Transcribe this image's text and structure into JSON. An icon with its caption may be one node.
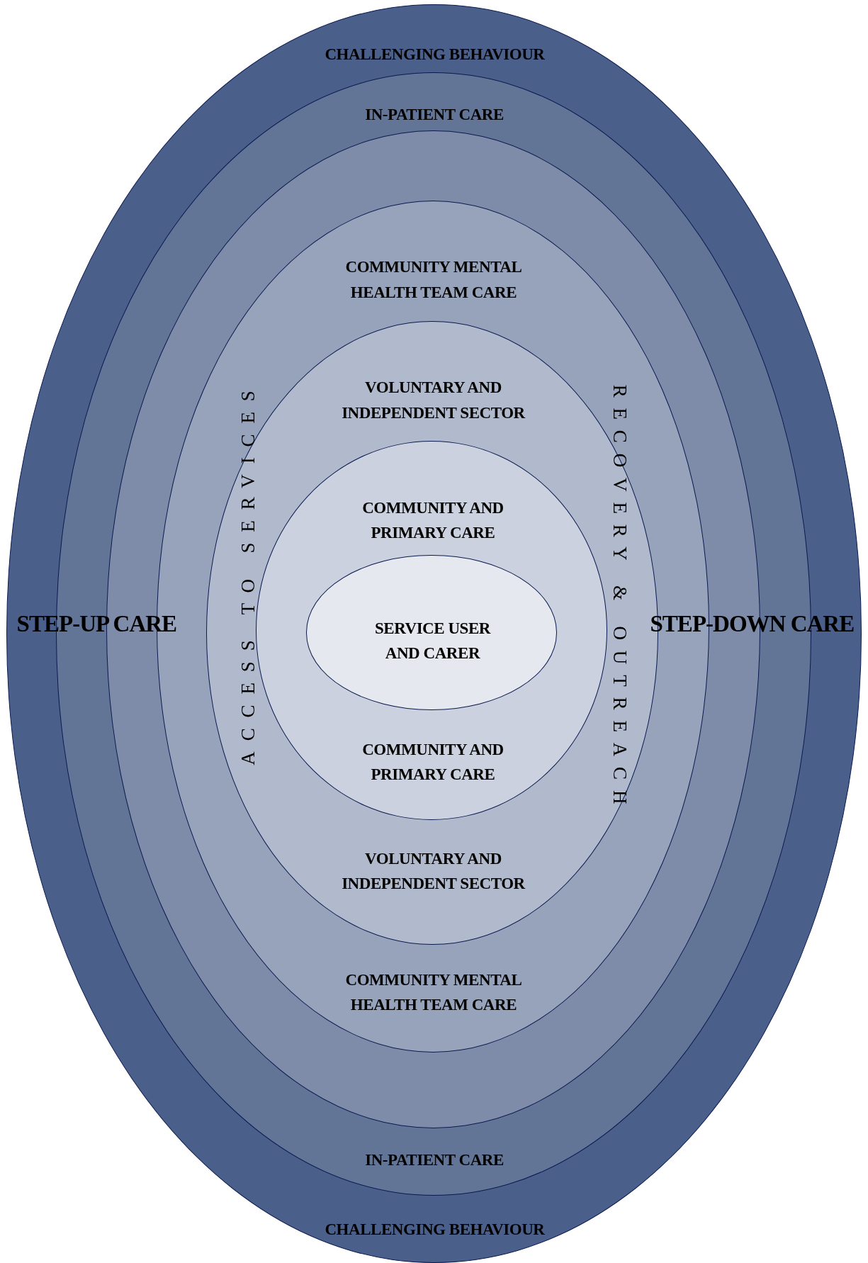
{
  "diagram": {
    "nodes": [
      {
        "text": [
          "CHALLENGING BEHAVIOUR",
          "CHALLENGING BEHAVIOUR"
        ]
      },
      {
        "text": [
          "IN-PATIENT CARE",
          "IN-PATIENT CARE"
        ],
        "in": 0
      },
      {
        "text": [],
        "shape": "circle",
        "in": 1
      },
      {
        "text": [
          "COMMUNITY MENTAL HEALTH TEAM CARE",
          "COMMUNITY MENTAL HEALTH TEAM CARE"
        ],
        "in": 2
      },
      {
        "text": [
          "VOLUNTARY AND INDEPENDENT SECTOR",
          "VOLUNTARY AND INDEPENDENT SECTOR",
          "ACCESS TO SERVICES",
          "RECOVERY & OUTREACH"
        ],
        "in": 3
      },
      {
        "text": [
          "COMMUNITY AND PRIMARY CARE",
          "COMMUNITY AND PRIMARY CARE"
        ],
        "in": 4
      },
      {
        "text": [
          "SERVICE USER AND CARER"
        ],
        "in": 5
      }
    ],
    "labels": [
      "STEP-UP CARE",
      "STEP-DOWN CARE"
    ]
  }
}
